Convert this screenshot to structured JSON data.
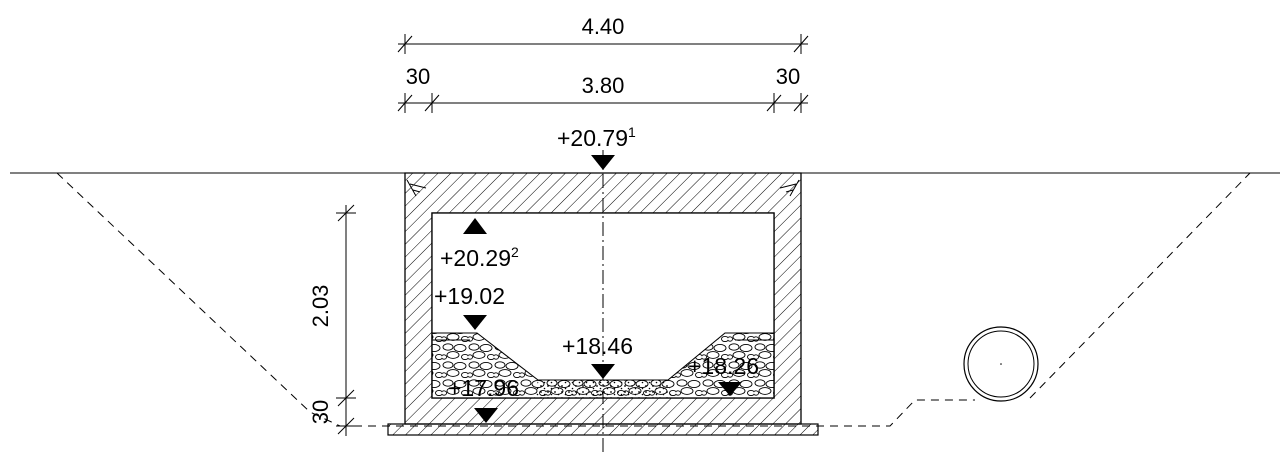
{
  "dimensions": {
    "overall_width": "4.40",
    "inner_width": "3.80",
    "wall_left": "30",
    "wall_right": "30",
    "inner_height": "2.03",
    "slab_thickness": "30"
  },
  "elevations": {
    "top_of_cover": {
      "value": "+20.79",
      "note": "1"
    },
    "soffit": {
      "value": "+20.29",
      "note": "2"
    },
    "berm_top": "+19.02",
    "channel_invert": "+18.46",
    "berm_right": "+18.26",
    "slab_bottom": "+17.96"
  }
}
